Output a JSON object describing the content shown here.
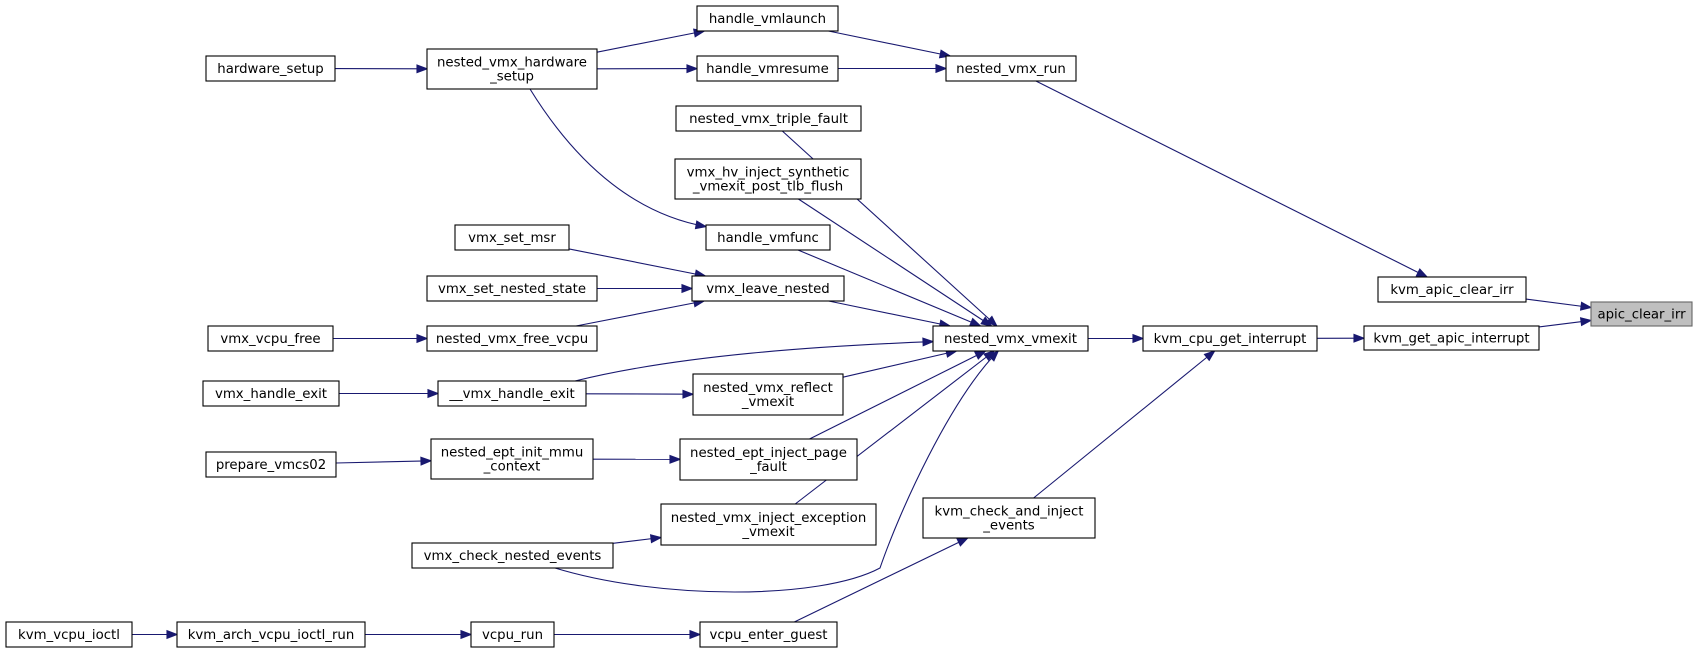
{
  "graph": {
    "nodes": [
      {
        "id": "apic_clear_irr",
        "lines": [
          "apic_clear_irr"
        ],
        "root": true
      },
      {
        "id": "kvm_apic_clear_irr",
        "lines": [
          "kvm_apic_clear_irr"
        ]
      },
      {
        "id": "kvm_get_apic_interrupt",
        "lines": [
          "kvm_get_apic_interrupt"
        ]
      },
      {
        "id": "nested_vmx_run",
        "lines": [
          "nested_vmx_run"
        ]
      },
      {
        "id": "kvm_cpu_get_interrupt",
        "lines": [
          "kvm_cpu_get_interrupt"
        ]
      },
      {
        "id": "handle_vmlaunch",
        "lines": [
          "handle_vmlaunch"
        ]
      },
      {
        "id": "handle_vmresume",
        "lines": [
          "handle_vmresume"
        ]
      },
      {
        "id": "nested_vmx_hardware_setup",
        "lines": [
          "nested_vmx_hardware",
          "_setup"
        ]
      },
      {
        "id": "hardware_setup",
        "lines": [
          "hardware_setup"
        ]
      },
      {
        "id": "nested_vmx_triple_fault",
        "lines": [
          "nested_vmx_triple_fault"
        ]
      },
      {
        "id": "vmx_hv_inject",
        "lines": [
          "vmx_hv_inject_synthetic",
          "_vmexit_post_tlb_flush"
        ]
      },
      {
        "id": "handle_vmfunc",
        "lines": [
          "handle_vmfunc"
        ]
      },
      {
        "id": "vmx_set_msr",
        "lines": [
          "vmx_set_msr"
        ]
      },
      {
        "id": "vmx_set_nested_state",
        "lines": [
          "vmx_set_nested_state"
        ]
      },
      {
        "id": "vmx_leave_nested",
        "lines": [
          "vmx_leave_nested"
        ]
      },
      {
        "id": "vmx_vcpu_free",
        "lines": [
          "vmx_vcpu_free"
        ]
      },
      {
        "id": "nested_vmx_free_vcpu",
        "lines": [
          "nested_vmx_free_vcpu"
        ]
      },
      {
        "id": "nested_vmx_vmexit",
        "lines": [
          "nested_vmx_vmexit"
        ]
      },
      {
        "id": "vmx_handle_exit",
        "lines": [
          "vmx_handle_exit"
        ]
      },
      {
        "id": "__vmx_handle_exit",
        "lines": [
          "__vmx_handle_exit"
        ]
      },
      {
        "id": "nested_vmx_reflect_vmexit",
        "lines": [
          "nested_vmx_reflect",
          "_vmexit"
        ]
      },
      {
        "id": "prepare_vmcs02",
        "lines": [
          "prepare_vmcs02"
        ]
      },
      {
        "id": "nested_ept_init_mmu_context",
        "lines": [
          "nested_ept_init_mmu",
          "_context"
        ]
      },
      {
        "id": "nested_ept_inject_page_fault",
        "lines": [
          "nested_ept_inject_page",
          "_fault"
        ]
      },
      {
        "id": "kvm_check_and_inject_events",
        "lines": [
          "kvm_check_and_inject",
          "_events"
        ]
      },
      {
        "id": "nested_vmx_inject_exception_vmexit",
        "lines": [
          "nested_vmx_inject_exception",
          "_vmexit"
        ]
      },
      {
        "id": "vmx_check_nested_events",
        "lines": [
          "vmx_check_nested_events"
        ]
      },
      {
        "id": "kvm_vcpu_ioctl",
        "lines": [
          "kvm_vcpu_ioctl"
        ]
      },
      {
        "id": "kvm_arch_vcpu_ioctl_run",
        "lines": [
          "kvm_arch_vcpu_ioctl_run"
        ]
      },
      {
        "id": "vcpu_run",
        "lines": [
          "vcpu_run"
        ]
      },
      {
        "id": "vcpu_enter_guest",
        "lines": [
          "vcpu_enter_guest"
        ]
      }
    ],
    "edges": [
      {
        "from": "kvm_apic_clear_irr",
        "to": "apic_clear_irr"
      },
      {
        "from": "kvm_get_apic_interrupt",
        "to": "apic_clear_irr"
      },
      {
        "from": "nested_vmx_run",
        "to": "kvm_apic_clear_irr"
      },
      {
        "from": "kvm_cpu_get_interrupt",
        "to": "kvm_get_apic_interrupt"
      },
      {
        "from": "handle_vmlaunch",
        "to": "nested_vmx_run"
      },
      {
        "from": "handle_vmresume",
        "to": "nested_vmx_run"
      },
      {
        "from": "nested_vmx_hardware_setup",
        "to": "handle_vmlaunch"
      },
      {
        "from": "nested_vmx_hardware_setup",
        "to": "handle_vmresume"
      },
      {
        "from": "nested_vmx_hardware_setup",
        "to": "handle_vmfunc"
      },
      {
        "from": "hardware_setup",
        "to": "nested_vmx_hardware_setup"
      },
      {
        "from": "nested_vmx_vmexit",
        "to": "kvm_cpu_get_interrupt"
      },
      {
        "from": "kvm_check_and_inject_events",
        "to": "kvm_cpu_get_interrupt"
      },
      {
        "from": "nested_vmx_triple_fault",
        "to": "nested_vmx_vmexit"
      },
      {
        "from": "vmx_hv_inject",
        "to": "nested_vmx_vmexit"
      },
      {
        "from": "handle_vmfunc",
        "to": "nested_vmx_vmexit"
      },
      {
        "from": "vmx_leave_nested",
        "to": "nested_vmx_vmexit"
      },
      {
        "from": "__vmx_handle_exit",
        "to": "nested_vmx_vmexit"
      },
      {
        "from": "nested_vmx_reflect_vmexit",
        "to": "nested_vmx_vmexit"
      },
      {
        "from": "nested_ept_inject_page_fault",
        "to": "nested_vmx_vmexit"
      },
      {
        "from": "nested_vmx_inject_exception_vmexit",
        "to": "nested_vmx_vmexit"
      },
      {
        "from": "vmx_check_nested_events",
        "to": "nested_vmx_vmexit"
      },
      {
        "from": "vmx_set_msr",
        "to": "vmx_leave_nested"
      },
      {
        "from": "vmx_set_nested_state",
        "to": "vmx_leave_nested"
      },
      {
        "from": "nested_vmx_free_vcpu",
        "to": "vmx_leave_nested"
      },
      {
        "from": "vmx_vcpu_free",
        "to": "nested_vmx_free_vcpu"
      },
      {
        "from": "vmx_handle_exit",
        "to": "__vmx_handle_exit"
      },
      {
        "from": "__vmx_handle_exit",
        "to": "nested_vmx_reflect_vmexit"
      },
      {
        "from": "prepare_vmcs02",
        "to": "nested_ept_init_mmu_context"
      },
      {
        "from": "nested_ept_init_mmu_context",
        "to": "nested_ept_inject_page_fault"
      },
      {
        "from": "vmx_check_nested_events",
        "to": "nested_vmx_inject_exception_vmexit"
      },
      {
        "from": "vcpu_enter_guest",
        "to": "kvm_check_and_inject_events"
      },
      {
        "from": "kvm_vcpu_ioctl",
        "to": "kvm_arch_vcpu_ioctl_run"
      },
      {
        "from": "kvm_arch_vcpu_ioctl_run",
        "to": "vcpu_run"
      },
      {
        "from": "vcpu_run",
        "to": "vcpu_enter_guest"
      }
    ]
  }
}
